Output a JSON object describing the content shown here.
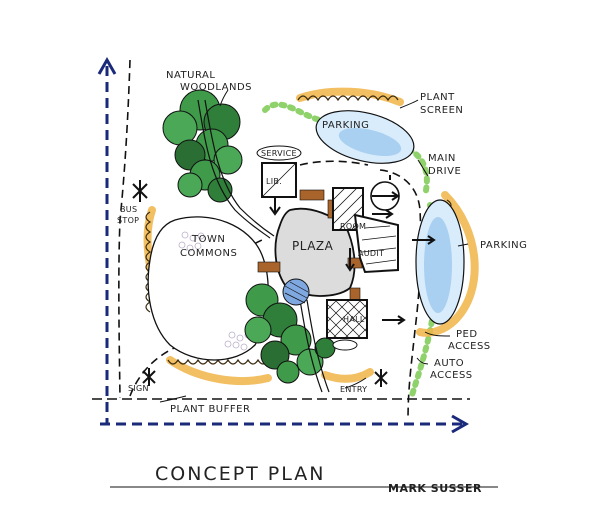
{
  "title": "CONCEPT PLAN",
  "author": "MARK SUSSER",
  "labels": {
    "natural_woodlands_1": "NATURAL",
    "natural_woodlands_2": "WOODLANDS",
    "plant_screen_1": "PLANT",
    "plant_screen_2": "SCREEN",
    "parking_top": "PARKING",
    "service": "SERVICE",
    "lib": "LIB.",
    "main_drive_1": "MAIN",
    "main_drive_2": "DRIVE",
    "bus_stop_1": "BUS",
    "bus_stop_2": "STOP",
    "town_commons_1": "TOWN",
    "town_commons_2": "COMMONS",
    "plaza": "PLAZA",
    "room": "ROOM",
    "audit": "AUDIT",
    "parking_right": "PARKING",
    "hall": "HALL",
    "ped_access_1": "PED",
    "ped_access_2": "ACCESS",
    "auto_access_1": "AUTO",
    "auto_access_2": "ACCESS",
    "sign": "SIGN",
    "entry": "ENTRY",
    "plant_buffer": "PLANT BUFFER"
  },
  "colors": {
    "axis_blue": "#1a2a7a",
    "tree_green": "#3f9a4a",
    "tree_dark": "#1f5e2a",
    "screen_green": "#8fd16a",
    "water_blue": "#9cc9ef",
    "buffer_orange": "#f0b548",
    "path_brown": "#a8642a",
    "paving_gray": "#c9c9c9"
  }
}
